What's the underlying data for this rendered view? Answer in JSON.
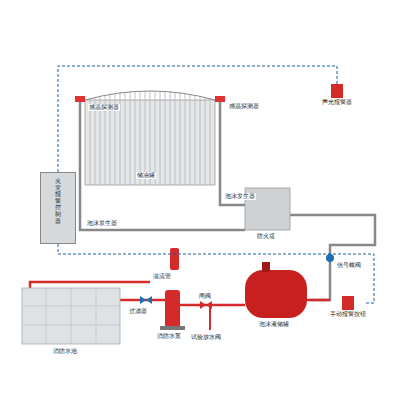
{
  "diagram": {
    "nodes": [
      {
        "text": [
          "火灾报警控制器"
        ]
      },
      {
        "text": [
          "声光报警器"
        ]
      },
      {
        "text": [
          "手动报警按钮"
        ]
      }
    ],
    "edges": [
      {
        "from": 0,
        "to": 1,
        "arrow": "none"
      },
      {
        "from": 0,
        "to": 2,
        "arrow": "none"
      }
    ],
    "labels": [
      "感温探测器",
      "感温探测器",
      "储油罐",
      "泡沫发生器",
      "泡沫发生器",
      "防火堤",
      "信号蝶阀",
      "消防水池",
      "溢流管",
      "消防水泵",
      "过滤器",
      "试验放水阀",
      "泡沫液储罐",
      "闸阀"
    ]
  }
}
